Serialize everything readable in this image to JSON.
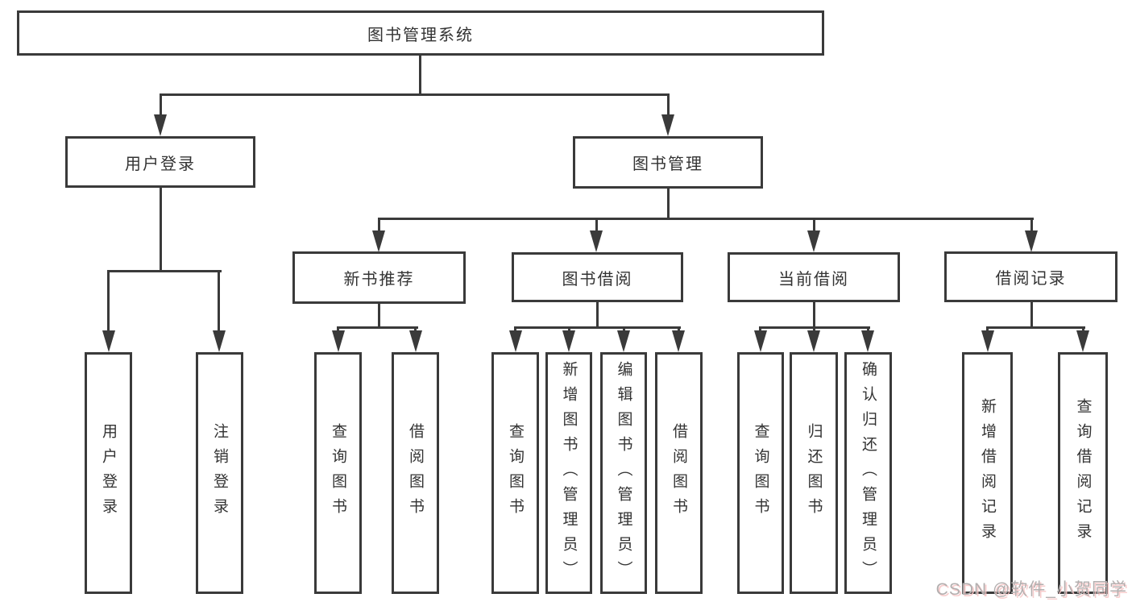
{
  "diagram": {
    "tree": {
      "label": "图书管理系统",
      "children": [
        {
          "label": "用户登录",
          "children": [
            {
              "label": "用户登录"
            },
            {
              "label": "注销登录"
            }
          ]
        },
        {
          "label": "图书管理",
          "children": [
            {
              "label": "新书推荐",
              "children": [
                {
                  "label": "查询图书"
                },
                {
                  "label": "借阅图书"
                }
              ]
            },
            {
              "label": "图书借阅",
              "children": [
                {
                  "label": "查询图书"
                },
                {
                  "label": "新增图书（管理员）"
                },
                {
                  "label": "编辑图书（管理员）"
                },
                {
                  "label": "借阅图书"
                }
              ]
            },
            {
              "label": "当前借阅",
              "children": [
                {
                  "label": "查询图书"
                },
                {
                  "label": "归还图书"
                },
                {
                  "label": "确认归还（管理员）"
                }
              ]
            },
            {
              "label": "借阅记录",
              "children": [
                {
                  "label": "新增借阅记录"
                },
                {
                  "label": "查询借阅记录"
                }
              ]
            }
          ]
        }
      ]
    },
    "watermark": "CSDN @软件_小贺同学",
    "colors": {
      "line": "#3a3a3a",
      "text": "#333333",
      "watermark": "#b3afaf",
      "background": "#ffffff"
    }
  }
}
